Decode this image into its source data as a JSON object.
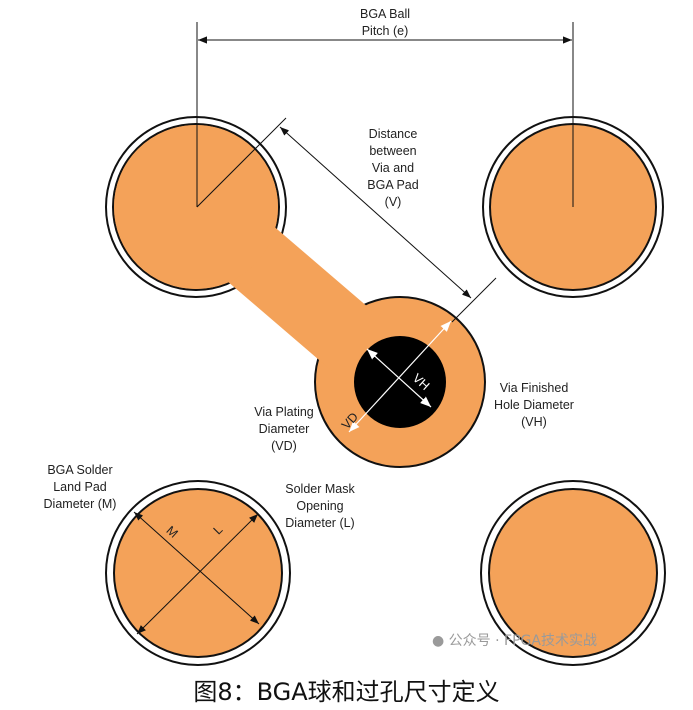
{
  "colors": {
    "pad": "#F4A259",
    "hole": "#000000",
    "line": "#111111"
  },
  "labels": {
    "pitch": [
      "BGA Ball",
      "Pitch (e)"
    ],
    "distance": [
      "Distance",
      "between",
      "Via and",
      "BGA Pad",
      "(V)"
    ],
    "via_finished": [
      "Via Finished",
      "Hole Diameter",
      "(VH)"
    ],
    "via_plating": [
      "Via Plating",
      "Diameter",
      "(VD)"
    ],
    "land_pad": [
      "BGA Solder",
      "Land Pad",
      "Diameter (M)"
    ],
    "mask": [
      "Solder Mask",
      "Opening",
      "Diameter (L)"
    ],
    "vh": "VH",
    "vd": "VD",
    "m": "M",
    "l": "L"
  },
  "watermark": "公众号 · FPGA技术实战",
  "caption": "图8：BGA球和过孔尺寸定义"
}
